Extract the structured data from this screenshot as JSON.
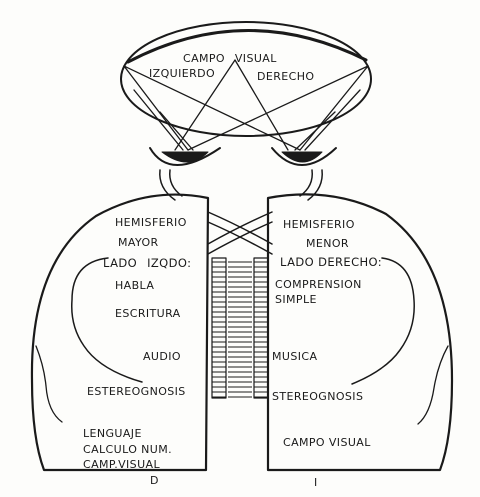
{
  "visual_field": {
    "line1": "CAMPO  VISUAL",
    "left": "IZQUIERDO",
    "right": "DERECHO"
  },
  "left_hemisphere": {
    "title1": "HEMISFERIO",
    "title2": "MAYOR",
    "side_label": "LADO  IZQDO:",
    "functions": [
      "HABLA",
      "ESCRITURA",
      "AUDIO",
      "ESTEREOGNOSIS",
      "LENGUAJE",
      "CALCULO NUM.",
      "CAMP.VISUAL",
      "D"
    ]
  },
  "right_hemisphere": {
    "title1": "HEMISFERIO",
    "title2": "MENOR",
    "side_label": "LADO DERECHO:",
    "functions": [
      "COMPRENSION",
      "SIMPLE",
      "MUSICA",
      "STEREOGNOSIS",
      "CAMPO VISUAL",
      "I"
    ]
  },
  "colors": {
    "ink": "#1a1a1a",
    "paper": "#fdfdfb"
  }
}
